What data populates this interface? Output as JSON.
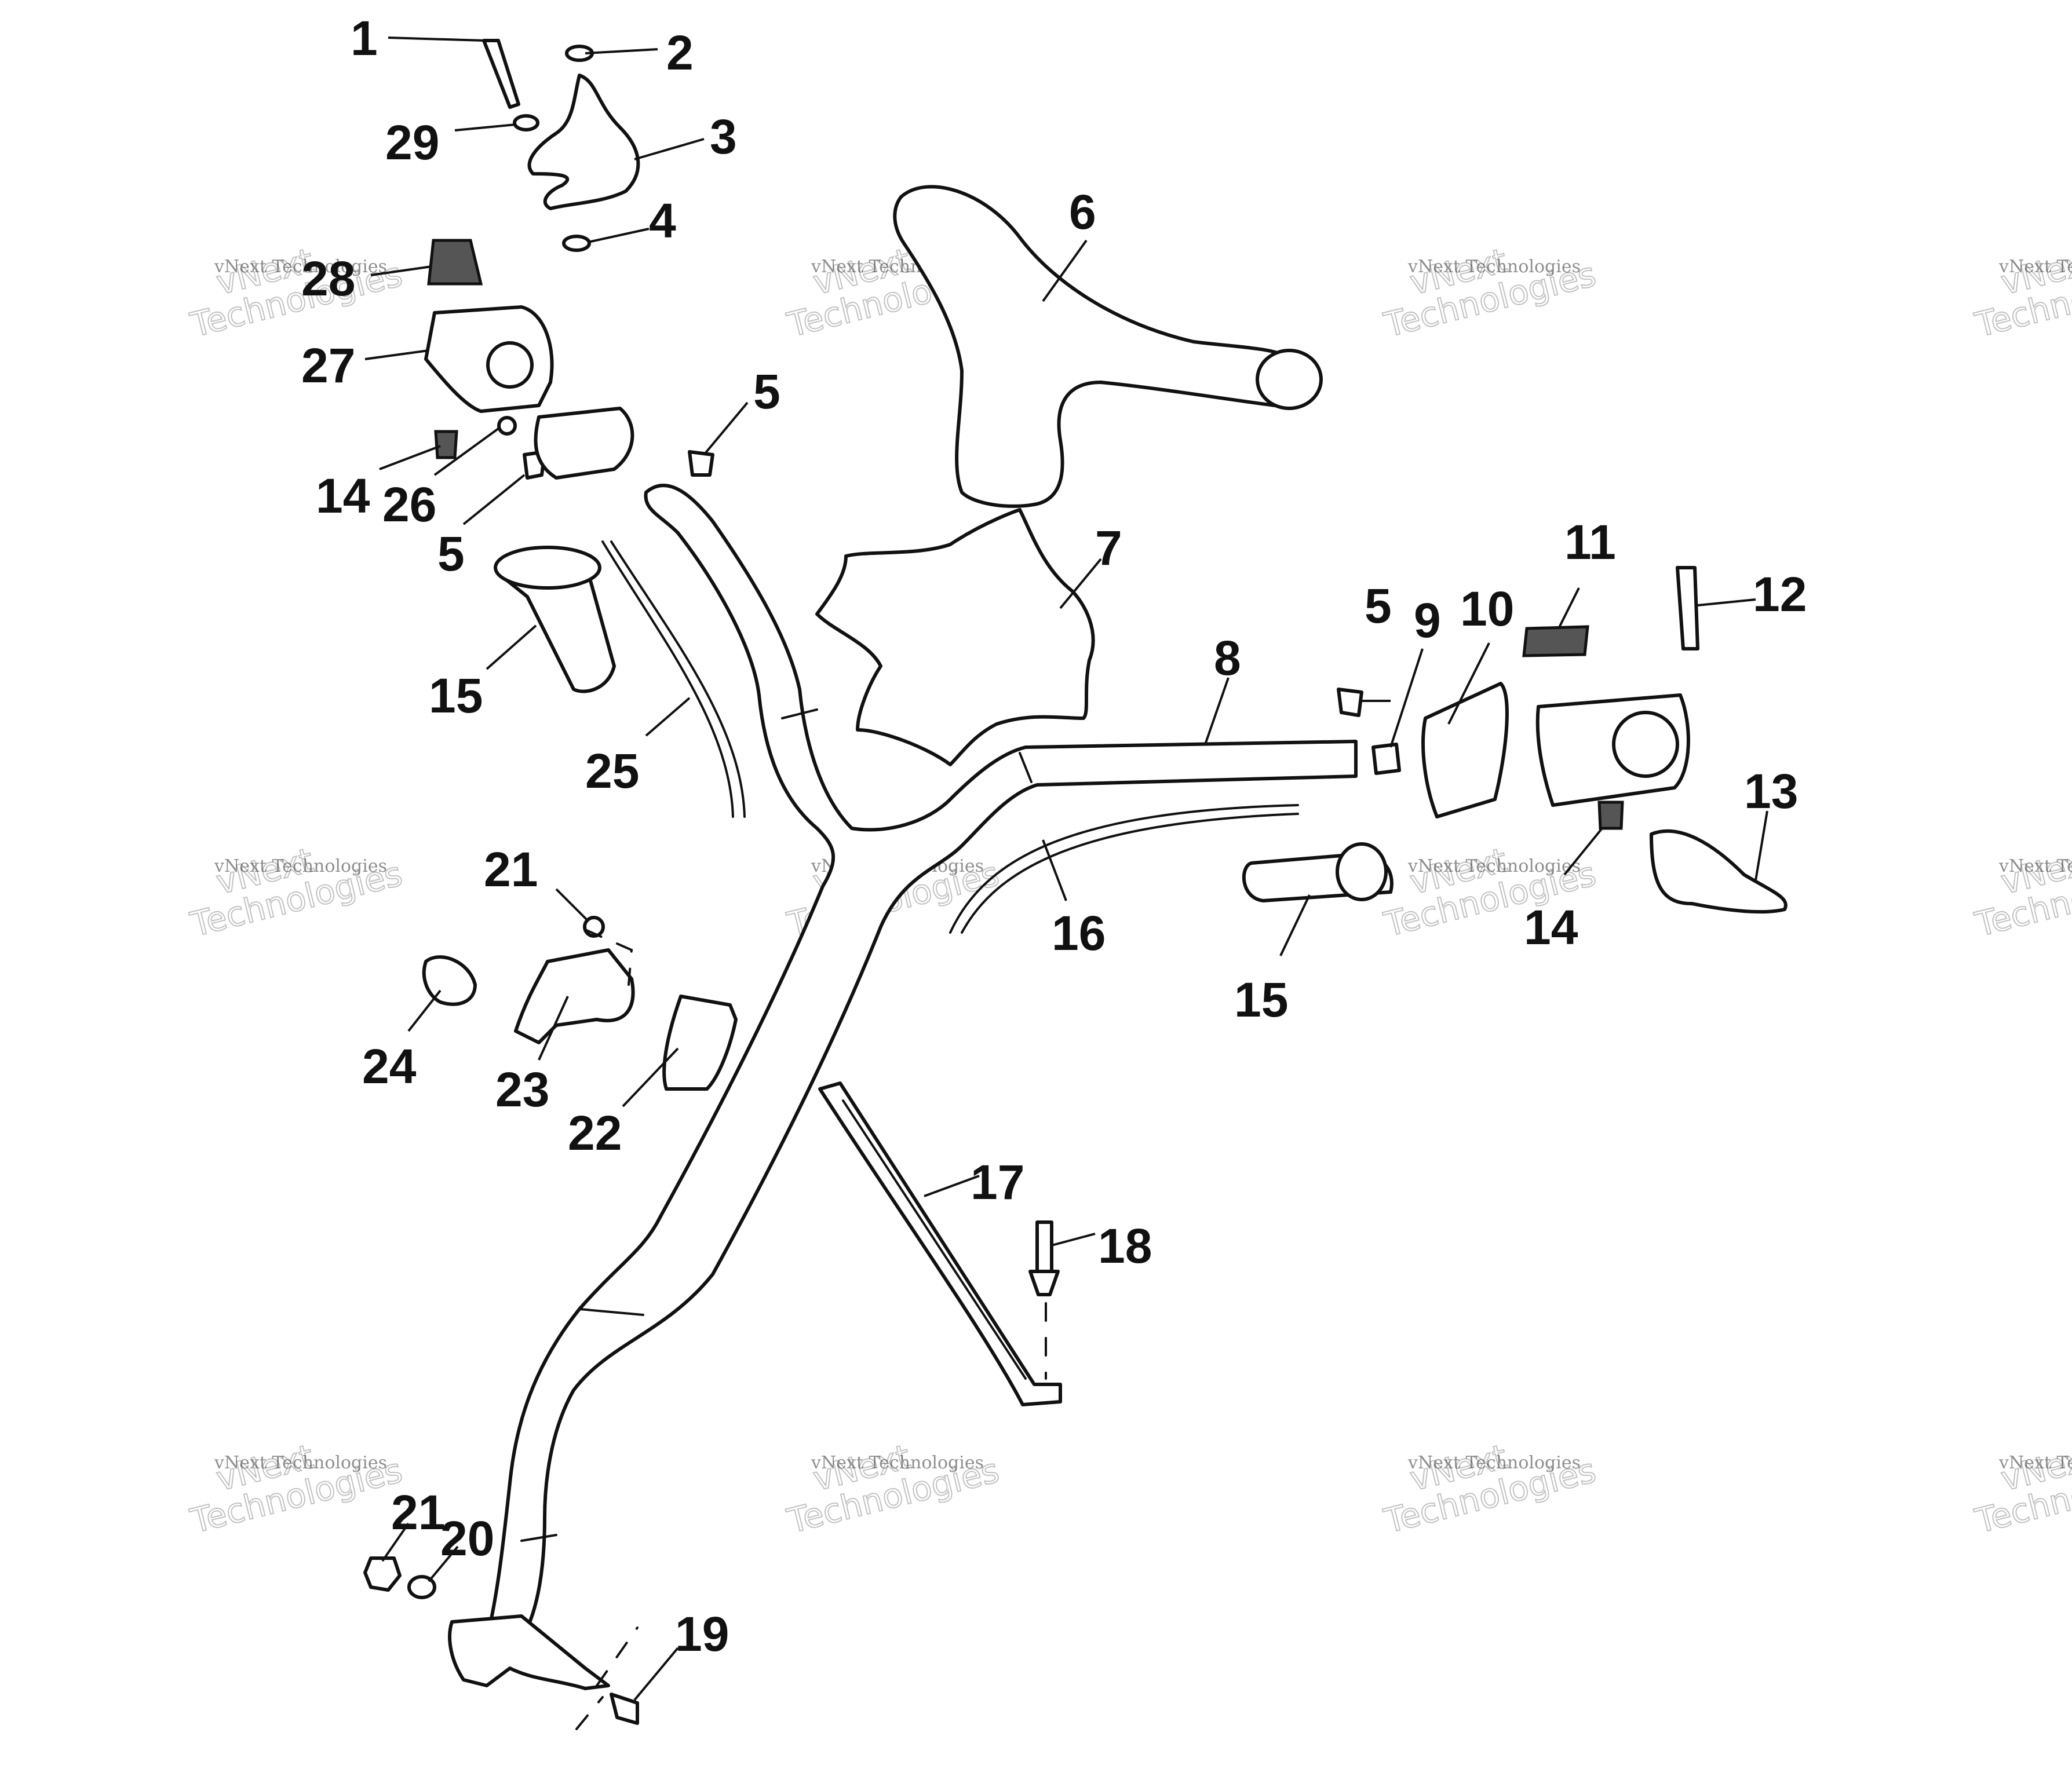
{
  "watermark": {
    "brand_line": "vNext Technologies",
    "logo_text": "Technologies",
    "logo_top": "vNext"
  },
  "callouts": [
    {
      "id": "1",
      "label": "1"
    },
    {
      "id": "2",
      "label": "2"
    },
    {
      "id": "29",
      "label": "29"
    },
    {
      "id": "3",
      "label": "3"
    },
    {
      "id": "4",
      "label": "4"
    },
    {
      "id": "28",
      "label": "28"
    },
    {
      "id": "27",
      "label": "27"
    },
    {
      "id": "5a",
      "label": "5"
    },
    {
      "id": "14a",
      "label": "14"
    },
    {
      "id": "26",
      "label": "26"
    },
    {
      "id": "5b",
      "label": "5"
    },
    {
      "id": "15a",
      "label": "15"
    },
    {
      "id": "25",
      "label": "25"
    },
    {
      "id": "6",
      "label": "6"
    },
    {
      "id": "7",
      "label": "7"
    },
    {
      "id": "8",
      "label": "8"
    },
    {
      "id": "5c",
      "label": "5"
    },
    {
      "id": "9",
      "label": "9"
    },
    {
      "id": "10",
      "label": "10"
    },
    {
      "id": "11",
      "label": "11"
    },
    {
      "id": "12",
      "label": "12"
    },
    {
      "id": "13",
      "label": "13"
    },
    {
      "id": "14b",
      "label": "14"
    },
    {
      "id": "15b",
      "label": "15"
    },
    {
      "id": "16",
      "label": "16"
    },
    {
      "id": "21a",
      "label": "21"
    },
    {
      "id": "24",
      "label": "24"
    },
    {
      "id": "23",
      "label": "23"
    },
    {
      "id": "22",
      "label": "22"
    },
    {
      "id": "17",
      "label": "17"
    },
    {
      "id": "18",
      "label": "18"
    },
    {
      "id": "21b",
      "label": "21"
    },
    {
      "id": "20",
      "label": "20"
    },
    {
      "id": "19",
      "label": "19"
    }
  ]
}
